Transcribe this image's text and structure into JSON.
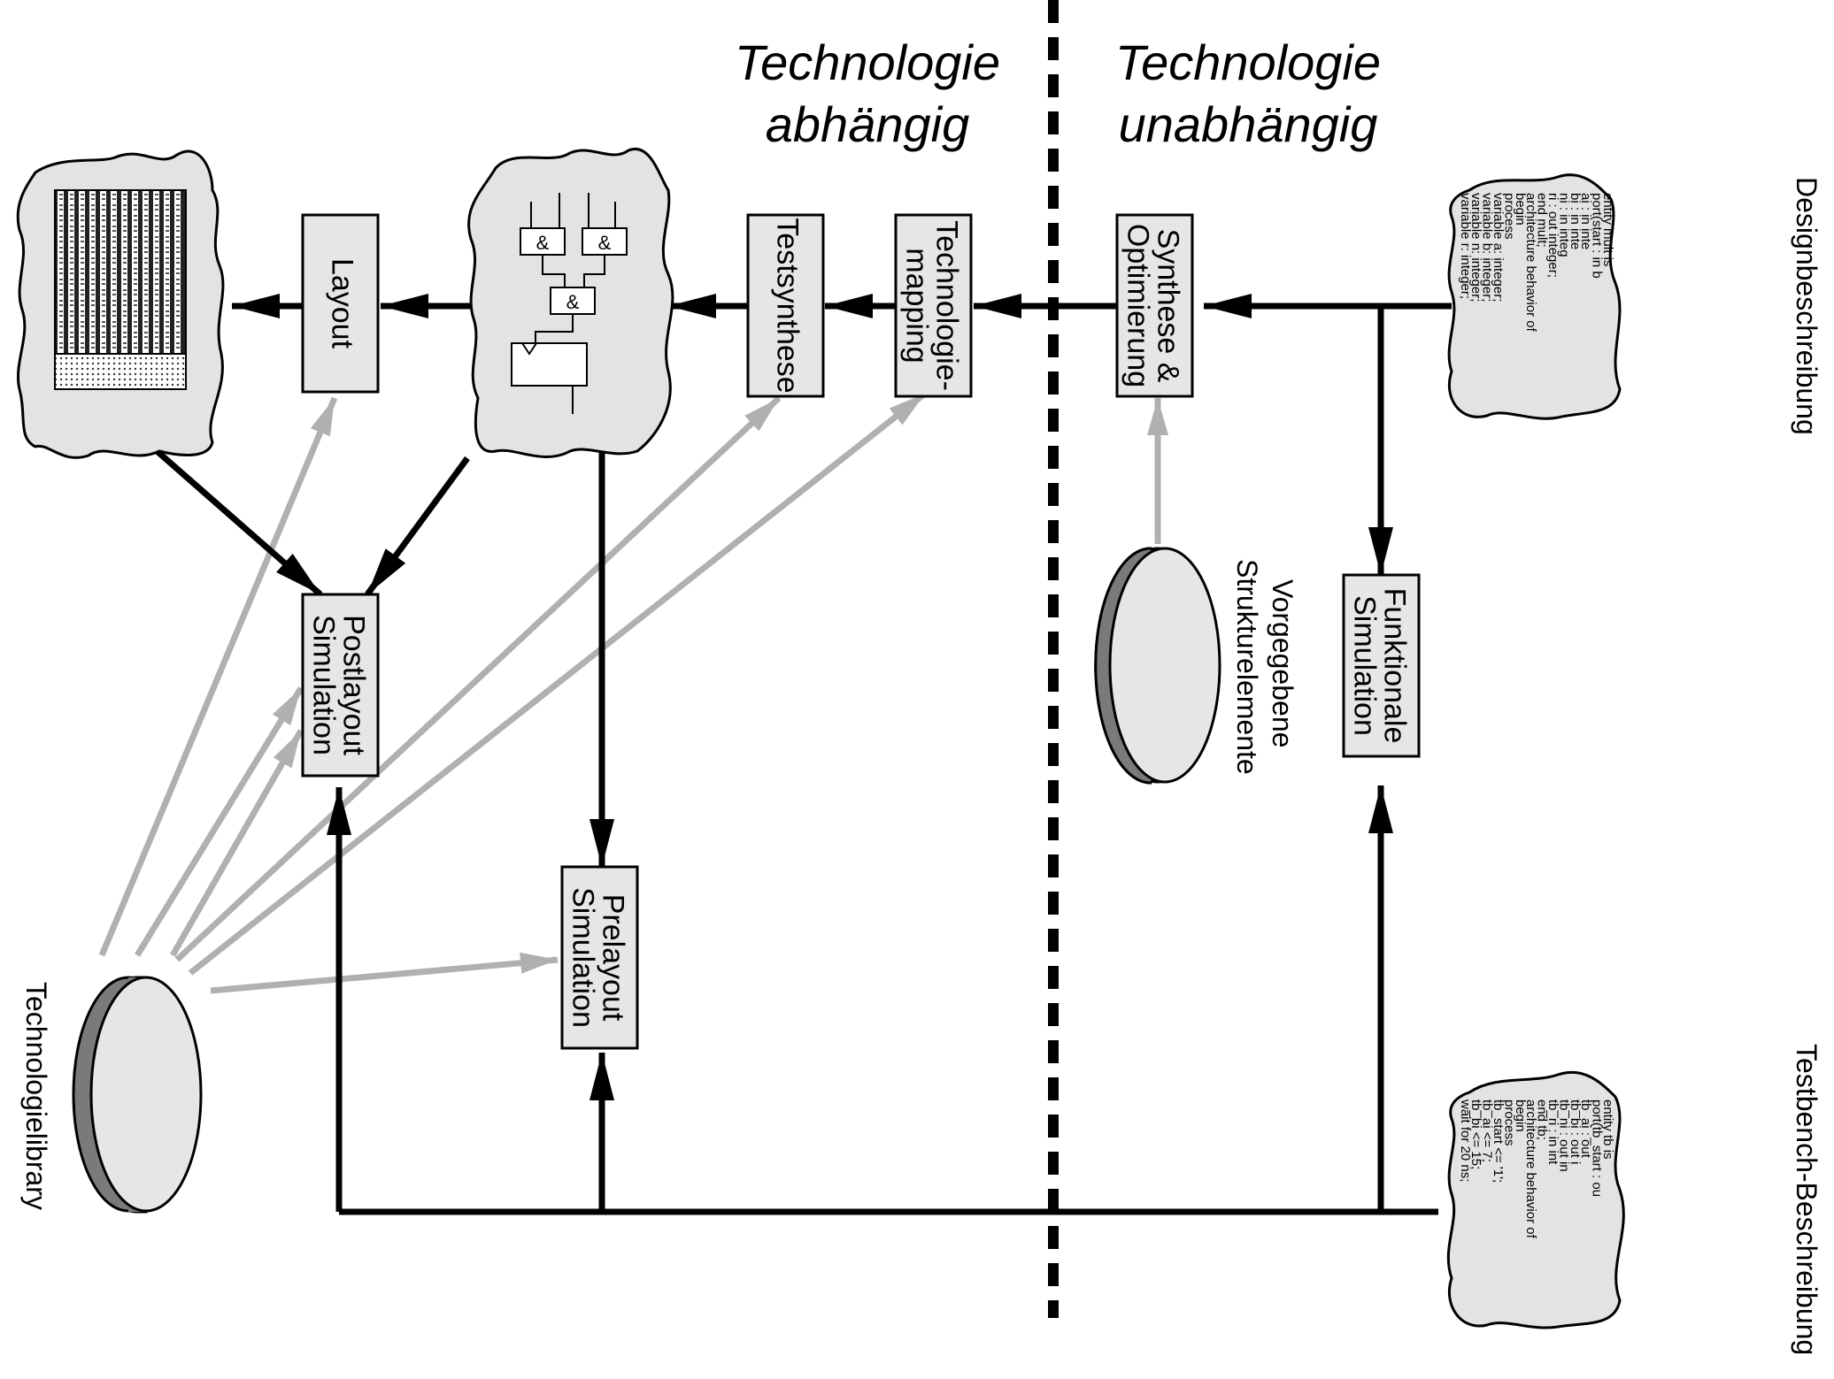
{
  "headings": {
    "dependent": [
      "Technologie",
      "abhängig"
    ],
    "independent": [
      "Technologie",
      "unabhängig"
    ]
  },
  "boxes": {
    "layout": [
      "Layout"
    ],
    "testsynthese": [
      "Testsynthese"
    ],
    "technologiemapping": [
      "Technologie-",
      "mapping"
    ],
    "synthese": [
      "Synthese &",
      "Optimierung"
    ],
    "postlayout": [
      "Postlayout",
      "Simulation"
    ],
    "prelayout": [
      "Prelayout",
      "Simulation"
    ],
    "funktionale": [
      "Funktionale",
      "Simulation"
    ]
  },
  "side_labels": {
    "design": "Designbeschreibung",
    "testbench": "Testbench-Beschreibung",
    "library": "Technologielibrary",
    "vorgegebene": [
      "Vorgegebene",
      "Strukturelemente"
    ]
  },
  "gates": [
    "&",
    "&",
    "&"
  ],
  "design_code": [
    "entity mult is",
    "   port(start : in  b",
    "       ai   : in inte",
    "       bi   : in inte",
    "       ni   : in integ",
    "       ri   : out integer;",
    "end mult;",
    "architecture behavior of",
    "begin",
    "  process",
    "    variable a: integer;",
    "    variable b: integer;",
    "    variable n: integer;",
    "    variable r:  integer;"
  ],
  "testbench_code": [
    "entity tb is",
    "   port(tb_start : ou",
    "       tb_ai   : out",
    "       tb_bi   : out i",
    "       tb_ni   : out in",
    "       tb_ri    : in int",
    "end tb;",
    "architecture behavior of",
    "begin",
    "  process",
    "    tb_start <= '1';",
    "    tb_ai <= 7;",
    "    tb_bi <= 15;",
    "    wait for 20 ns;"
  ],
  "colors": {
    "box_fill": "#e6e6e6",
    "cloud_fill": "#e3e3e3",
    "gray_arrow": "#b0b0b0",
    "disk_dark": "#7a7a7a",
    "disk_light": "#e6e6e6"
  }
}
